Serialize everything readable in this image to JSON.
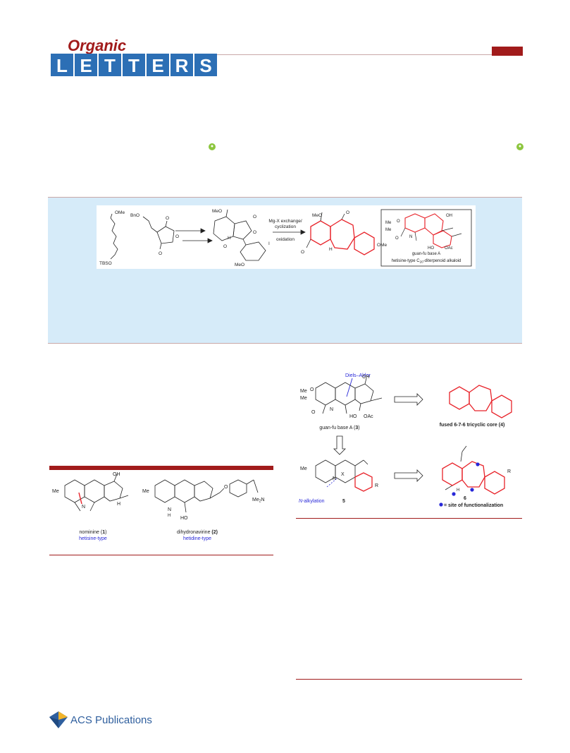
{
  "header": {
    "journal_script": "Organic",
    "journal_letters": [
      "L",
      "E",
      "T",
      "T",
      "E",
      "R",
      "S"
    ]
  },
  "colors": {
    "brand_red": "#a11b1b",
    "toc_blue": "#d6ebf9",
    "scheme_red": "#e8232a",
    "label_blue": "#2828d8",
    "open_access_green": "#8dc63f"
  },
  "icons": [
    "open-access-icon",
    "acs-logo-icon"
  ],
  "toc_graphic": {
    "arrow_label_top_1": "Mg-X exchange/",
    "arrow_label_top_2": "cyclization",
    "arrow_label_bottom": "oxidation",
    "sm1_groups": {
      "ome": "OMe",
      "tbso": "TBSO"
    },
    "sm2_groups": {
      "bno": "BnO",
      "o1": "O",
      "o2": "O",
      "o3": "O"
    },
    "intermediate_groups": {
      "meo_top": "MeO",
      "o1": "O",
      "o2": "O",
      "h": "H",
      "i": "I",
      "o3": "O",
      "meo_bottom": "MeO"
    },
    "product_groups": {
      "meo": "MeO",
      "o": "O",
      "h": "H",
      "ome": "OMe",
      "oeq": "O"
    },
    "target_groups": {
      "me1": "Me",
      "o": "O",
      "me2": "Me",
      "n": "N",
      "o2": "O",
      "oh": "OH",
      "ho": "HO",
      "oac": "OAc"
    },
    "target_name": "guan-fu base A",
    "target_class": "hetisine-type C",
    "target_class_sub": "20",
    "target_class_rest": "-diterpenoid alkaloid"
  },
  "figure1": {
    "compound1": {
      "name": "nominine (",
      "num": "1",
      "close": ")",
      "type": "hetisine-type",
      "groups": {
        "me": "Me",
        "oh": "OH",
        "n": "N",
        "h": "H"
      }
    },
    "compound2": {
      "name": "dihydronavirine ",
      "num": "(2)",
      "type": "hetidine-type",
      "groups": {
        "me": "Me",
        "nh": "N",
        "h": "H",
        "ho": "HO",
        "o": "O",
        "nme2": "Me",
        "nme2_sub": "2",
        "n": "N"
      }
    }
  },
  "scheme": {
    "diels_alder": "Diels–Alder",
    "guanfu_label": "guan-fu base A (",
    "guanfu_num": "3",
    "guanfu_close": ")",
    "guanfu_groups": {
      "me1": "Me",
      "o": "O",
      "me2": "Me",
      "n": "N",
      "o2": "O",
      "oh": "OH",
      "ho": "HO",
      "oac": "OAc"
    },
    "core_label": "fused 6-7-6 tricyclic core (4)",
    "cmpd5_groups": {
      "me": "Me",
      "n": "N",
      "x": "X",
      "r": "R"
    },
    "n_alkylation_italic": "N",
    "n_alkylation_rest": "-alkylation",
    "cmpd5_num": "5",
    "cmpd6_groups": {
      "r": "R",
      "h": "H"
    },
    "cmpd6_num": "6",
    "legend_rest": " = site of functionalization"
  },
  "footer": {
    "publisher": "ACS Publications"
  }
}
